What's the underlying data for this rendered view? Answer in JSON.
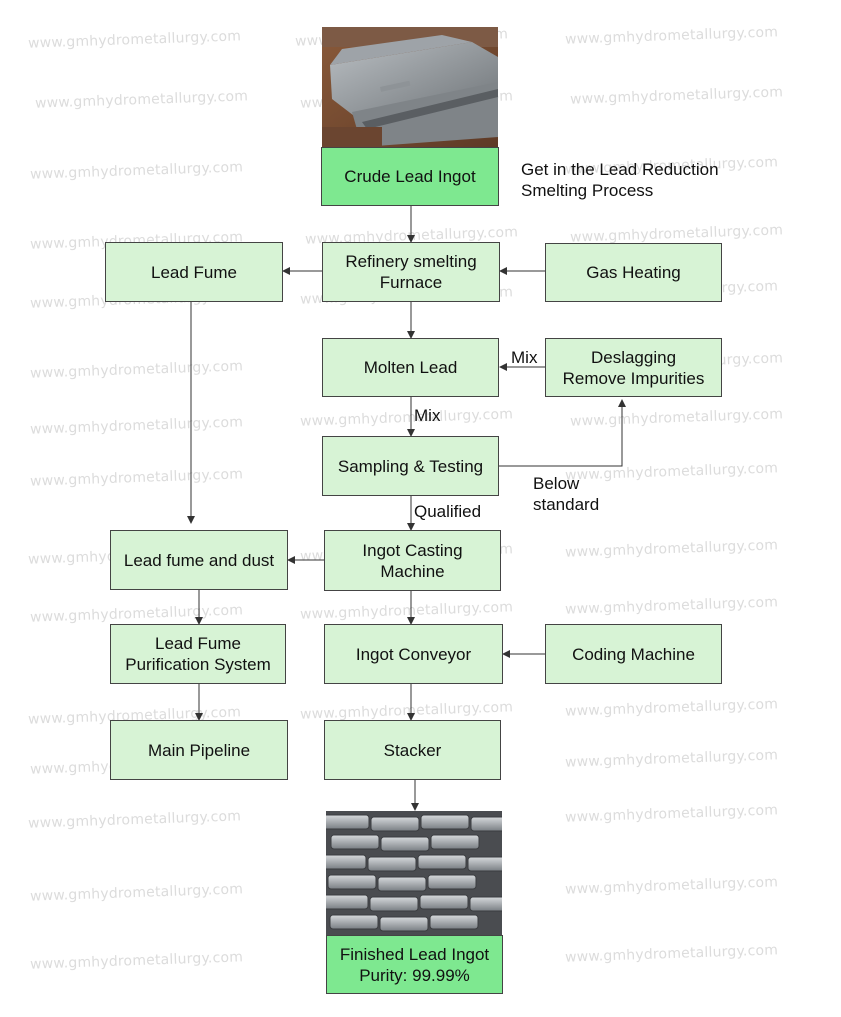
{
  "watermark": "www.gmhydrometallurgy.com",
  "boxes": {
    "crude_lead_ingot": "Crude Lead Ingot",
    "refinery_furnace": "Refinery smelting\nFurnace",
    "lead_fume": "Lead Fume",
    "gas_heating": "Gas Heating",
    "molten_lead": "Molten Lead",
    "deslagging": "Deslagging\nRemove Impurities",
    "sampling_testing": "Sampling & Testing",
    "ingot_casting": "Ingot Casting\nMachine",
    "lead_fume_dust": "Lead fume and dust",
    "purification": "Lead Fume\nPurification System",
    "ingot_conveyor": "Ingot Conveyor",
    "coding_machine": "Coding Machine",
    "main_pipeline": "Main Pipeline",
    "stacker": "Stacker",
    "finished_ingot": "Finished Lead Ingot\nPurity: 99.99%"
  },
  "labels": {
    "get_in": "Get in the Lead Reduction\nSmelting Process",
    "mix_left": "Mix",
    "mix_down": "Mix",
    "below_standard": "Below\nstandard",
    "qualified": "Qualified"
  },
  "colors": {
    "box_fill": "#d7f3d5",
    "highlight_fill": "#7ee890",
    "border": "#444444",
    "arrow": "#333333"
  }
}
